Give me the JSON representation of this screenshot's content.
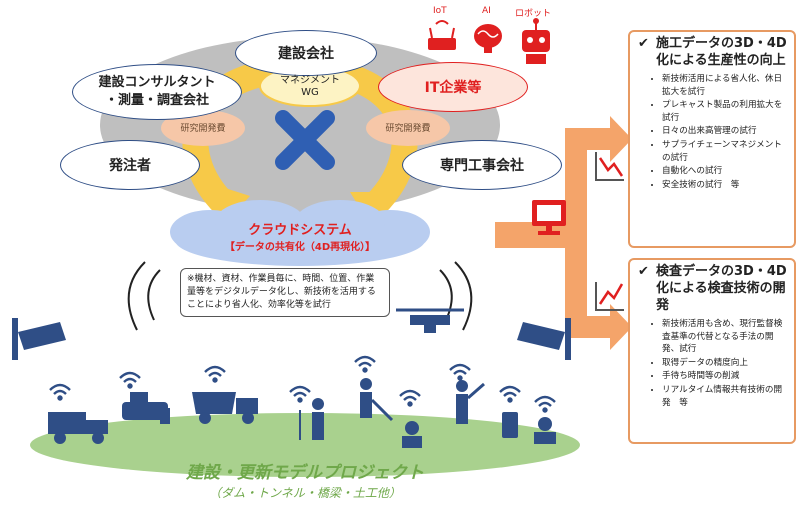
{
  "ring": {
    "wg": "マネジメント\nWG",
    "research_left": "研究開発費",
    "research_right": "研究開発費"
  },
  "nodes": {
    "construction_company": "建設会社",
    "consultants": "建設コンサルタント\n・測量・調査会社",
    "it_companies": "IT企業等",
    "client": "発注者",
    "specialty": "専門工事会社"
  },
  "tech_labels": {
    "iot": "IoT",
    "ai": "AI",
    "robot": "ロボット"
  },
  "cloud": {
    "title": "クラウドシステム",
    "subtitle": "【データの共有化（4D再現化）】"
  },
  "note": "※機材、資材、作業員毎に、時間、位置、作業量等をデジタルデータ化し、新技術を活用することにより省人化、効率化等を試行",
  "project": {
    "title": "建設・更新モデルプロジェクト",
    "subtitle": "（ダム・トンネル・橋梁・土工他）"
  },
  "panels": [
    {
      "title": "施工データの3D・4D化による生産性の向上",
      "items": [
        "新技術活用による省人化、休日拡大を試行",
        "プレキャスト製品の利用拡大を試行",
        "日々の出来高管理の試行",
        "サプライチェーンマネジメントの試行",
        "自動化への試行",
        "安全技術の試行　等"
      ]
    },
    {
      "title": "検査データの3D・4D化による検査技術の開発",
      "items": [
        "新技術活用も含め、現行監督検査基準の代替となる手法の開発、試行",
        "取得データの精度向上",
        "手待ち時間等の削減",
        "リアルタイム情報共有技術の開発　等"
      ]
    }
  ],
  "colors": {
    "blue_dark": "#2f4e86",
    "orange": "#f4a46a",
    "yellow": "#f7c948",
    "red": "#e02020",
    "green": "#a9d18e",
    "cloud": "#b9cdf0",
    "gray": "#bfbfbf"
  }
}
